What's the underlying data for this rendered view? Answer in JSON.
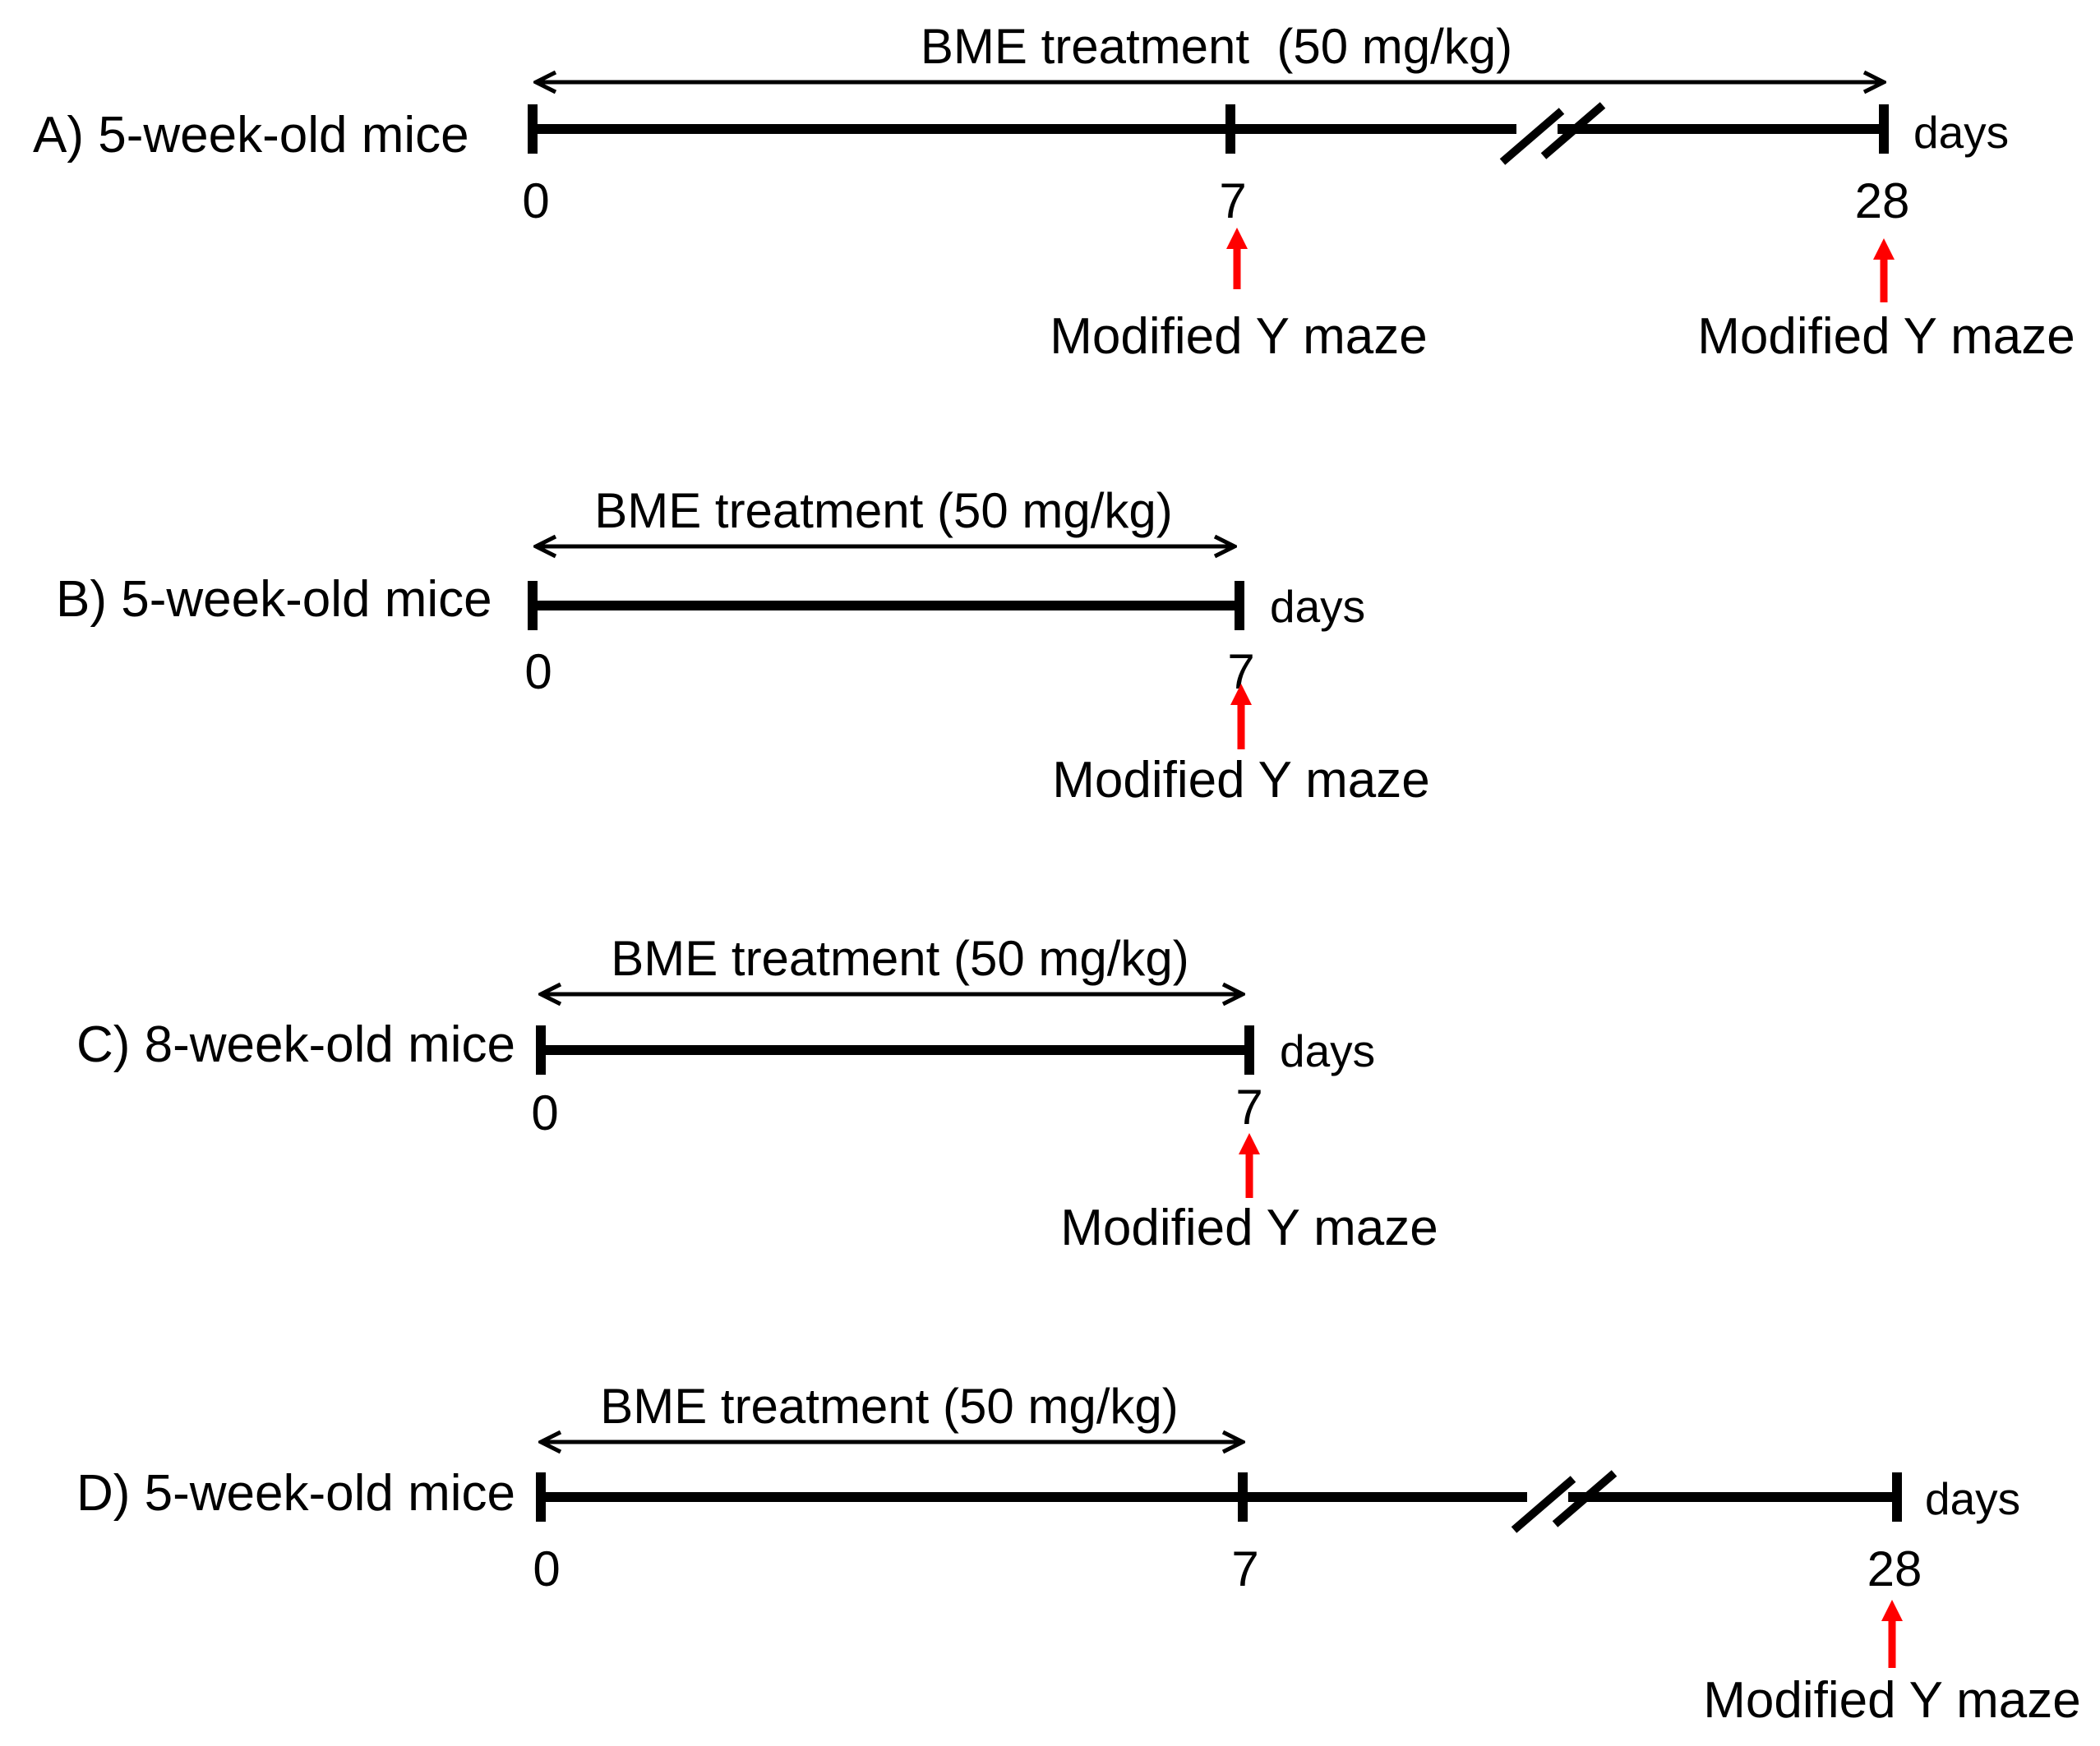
{
  "panels": [
    {
      "id": "A",
      "label": "A) 5-week-old mice",
      "treatment": "BME treatment  (50 mg/kg)",
      "unit": "days",
      "ticks": [
        {
          "value": 0,
          "label": "0"
        },
        {
          "value": 7,
          "label": "7"
        },
        {
          "value": 28,
          "label": "28"
        }
      ],
      "treatment_span": [
        0,
        28
      ],
      "axis_break": true,
      "tests": [
        {
          "day": 7,
          "label": "Modified Y maze"
        },
        {
          "day": 28,
          "label": "Modified Y maze"
        }
      ]
    },
    {
      "id": "B",
      "label": "B) 5-week-old mice",
      "treatment": "BME treatment (50 mg/kg)",
      "unit": "days",
      "ticks": [
        {
          "value": 0,
          "label": "0"
        },
        {
          "value": 7,
          "label": "7"
        }
      ],
      "treatment_span": [
        0,
        7
      ],
      "axis_break": false,
      "tests": [
        {
          "day": 7,
          "label": "Modified Y maze"
        }
      ]
    },
    {
      "id": "C",
      "label": "C) 8-week-old mice",
      "treatment": "BME treatment (50 mg/kg)",
      "unit": "days",
      "ticks": [
        {
          "value": 0,
          "label": "0"
        },
        {
          "value": 7,
          "label": "7"
        }
      ],
      "treatment_span": [
        0,
        7
      ],
      "axis_break": false,
      "tests": [
        {
          "day": 7,
          "label": "Modified Y maze"
        }
      ]
    },
    {
      "id": "D",
      "label": "D) 5-week-old mice",
      "treatment": "BME treatment (50 mg/kg)",
      "unit": "days",
      "ticks": [
        {
          "value": 0,
          "label": "0"
        },
        {
          "value": 7,
          "label": "7"
        },
        {
          "value": 28,
          "label": "28"
        }
      ],
      "treatment_span": [
        0,
        7
      ],
      "axis_break": true,
      "tests": [
        {
          "day": 28,
          "label": "Modified Y maze"
        }
      ]
    }
  ],
  "colors": {
    "line": "#000000",
    "test_arrow": "#ff0000"
  },
  "icons": {
    "treatment_span": "double-headed-arrow",
    "test_marker": "red-up-arrow",
    "axis_break": "double-slash-break"
  }
}
